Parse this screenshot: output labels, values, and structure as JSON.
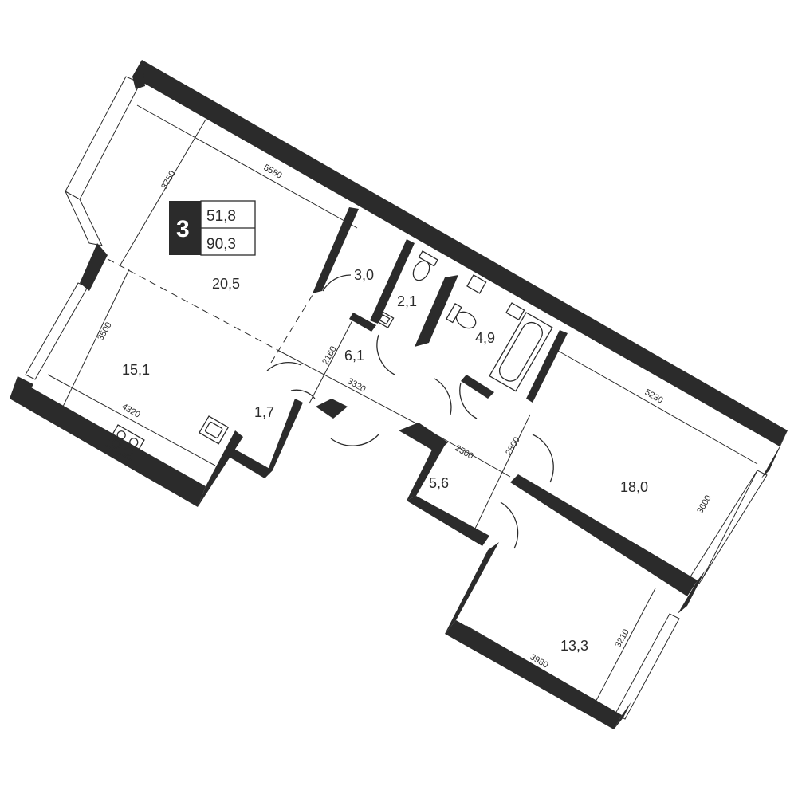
{
  "summary": {
    "rooms_count": "3",
    "living_area": "51,8",
    "total_area": "90,3"
  },
  "rooms": [
    {
      "id": "living",
      "area": "20,5"
    },
    {
      "id": "kitchen",
      "area": "15,1"
    },
    {
      "id": "storage-1",
      "area": "3,0"
    },
    {
      "id": "wc",
      "area": "2,1"
    },
    {
      "id": "bathroom",
      "area": "4,9"
    },
    {
      "id": "hall",
      "area": "6,1"
    },
    {
      "id": "storage-2",
      "area": "1,7"
    },
    {
      "id": "corridor",
      "area": "5,6"
    },
    {
      "id": "bedroom-1",
      "area": "18,0"
    },
    {
      "id": "bedroom-2",
      "area": "13,3"
    }
  ],
  "dimensions": [
    "3750",
    "5580",
    "3500",
    "4320",
    "2160",
    "3320",
    "2500",
    "2800",
    "5230",
    "3600",
    "3210",
    "3980"
  ],
  "colors": {
    "wall": "#2b2b2b",
    "background": "#ffffff",
    "badge": "#2b2b2b"
  },
  "icons": [
    "stove-icon",
    "sink-icon",
    "toilet-icon",
    "bathtub-icon",
    "washbasin-icon",
    "washing-machine-icon"
  ]
}
